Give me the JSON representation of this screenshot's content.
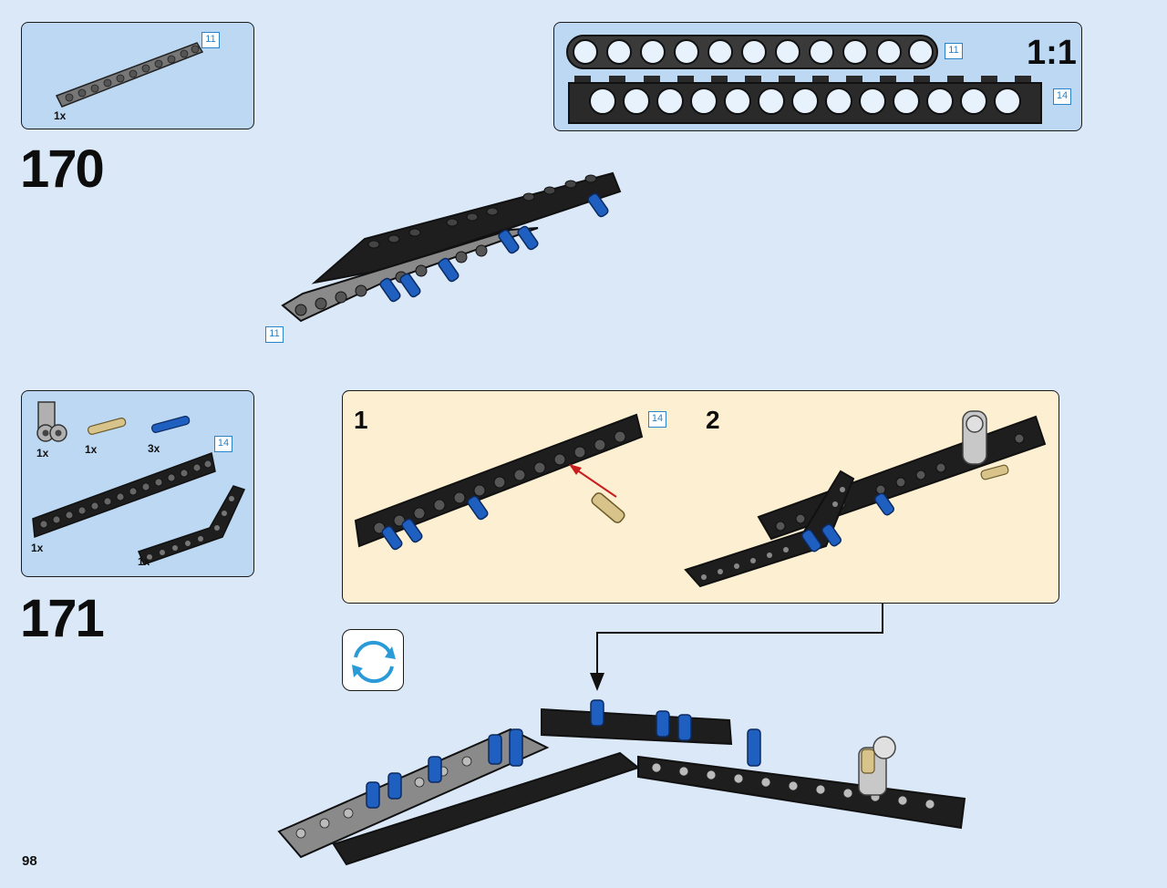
{
  "page": {
    "number": "98"
  },
  "steps": [
    {
      "number": "170",
      "parts": [
        {
          "qty": "1x",
          "length_tag": "11"
        }
      ],
      "model_tag": "11"
    },
    {
      "number": "171",
      "parts": [
        {
          "qty": "1x",
          "name": "grey-connector"
        },
        {
          "qty": "1x",
          "name": "tan-pin"
        },
        {
          "qty": "3x",
          "name": "blue-pin"
        },
        {
          "qty": "1x",
          "length_tag": "14"
        },
        {
          "qty": "1x",
          "name": "bent-liftarm"
        }
      ],
      "substeps": [
        {
          "number": "1",
          "tag": "14"
        },
        {
          "number": "2"
        }
      ],
      "rotate_icon": "rotate-model-icon"
    }
  ],
  "scale_panel": {
    "label": "1:1",
    "items": [
      {
        "tag": "11",
        "holes": 11
      },
      {
        "tag": "14",
        "holes": 14
      }
    ]
  },
  "colors": {
    "background": "#dbe8f8",
    "panel": "#bcd8f2",
    "subpanel": "#fcefd2",
    "tag_border": "#2a82c8",
    "black_part": "#1e1e1e",
    "grey_part": "#8a8a8a",
    "blue_pin": "#1f5fbf",
    "tan_pin": "#d8c48a"
  }
}
